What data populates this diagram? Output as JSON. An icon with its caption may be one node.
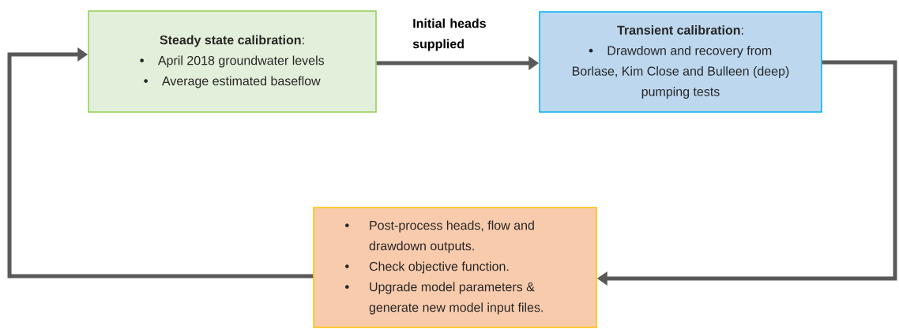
{
  "diagram": {
    "nodes": [
      {
        "text": [
          "**Steady state calibration**:",
          "April 2018 groundwater levels",
          "Average estimated baseflow"
        ]
      },
      {
        "text": [
          "**Transient calibration**:",
          "Drawdown and recovery from Borlase, Kim Close and Bulleen (deep)  pumping tests"
        ]
      },
      {
        "text": [
          "Post-process heads, flow and drawdown outputs.",
          "Check objective function.",
          "Upgrade model parameters & generate new model input files."
        ]
      }
    ],
    "edges": [
      {
        "from": 0,
        "to": 1,
        "arrow": "to",
        "label": "Initial heads supplied"
      },
      {
        "from": 1,
        "to": 2,
        "arrow": "to"
      },
      {
        "from": 2,
        "to": 0,
        "arrow": "to"
      }
    ]
  }
}
